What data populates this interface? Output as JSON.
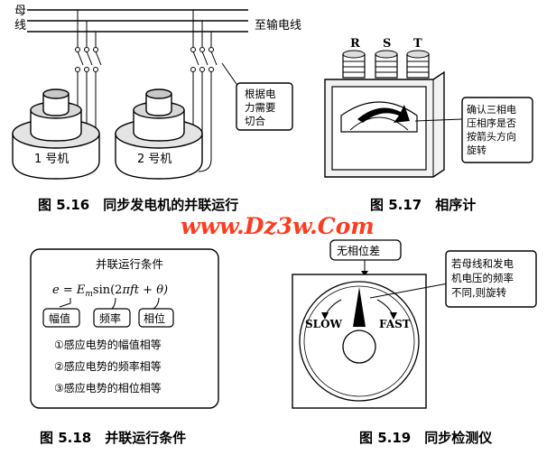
{
  "fig516": {
    "bus_label": "母线",
    "line_label": "至输电线",
    "gen1_label": "1 号机",
    "gen2_label": "2 号机",
    "callout": [
      "根据电",
      "力需要",
      "切合"
    ],
    "caption": "图 5.16　同步发电机的并联运行"
  },
  "fig517": {
    "phase_r": "R",
    "phase_s": "S",
    "phase_t": "T",
    "callout": [
      "确认三相电",
      "压相序是否",
      "按箭头方向",
      "旋转"
    ],
    "caption": "图 5.17　相序计"
  },
  "watermark": "www.Dz3w.Com",
  "fig518": {
    "title": "并联运行条件",
    "formula": {
      "lhs": "e = ",
      "amp": "E",
      "amp_sub": "m",
      "body": "sin(2",
      "pi": "π",
      "tail": "ft + θ)"
    },
    "tags": [
      "幅值",
      "频率",
      "相位"
    ],
    "conditions": [
      "①感应电势的幅值相等",
      "②感应电势的频率相等",
      "③感应电势的相位相等"
    ],
    "caption": "图 5.18　并联运行条件"
  },
  "fig519": {
    "top_label": "无相位差",
    "slow": "SLOW",
    "fast": "FAST",
    "callout": [
      "若母线和发电",
      "机电压的频率",
      "不同,则旋转"
    ],
    "caption": "图 5.19　同步检测仪"
  }
}
